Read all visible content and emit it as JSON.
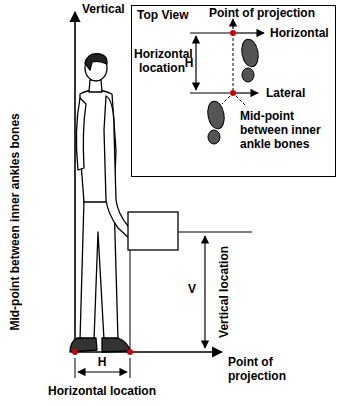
{
  "diagram": {
    "nodes": [
      {
        "text": [
          "Top View",
          "Point of projection",
          "Horizontal",
          "Horizontal location",
          "H",
          "Lateral",
          "Mid-point between inner ankle bones"
        ]
      }
    ],
    "labels": [
      "Vertical",
      "Mid-point between inner ankles bones",
      "V",
      "Vertical location",
      "H",
      "Horizontal location",
      "Point of projection"
    ]
  }
}
